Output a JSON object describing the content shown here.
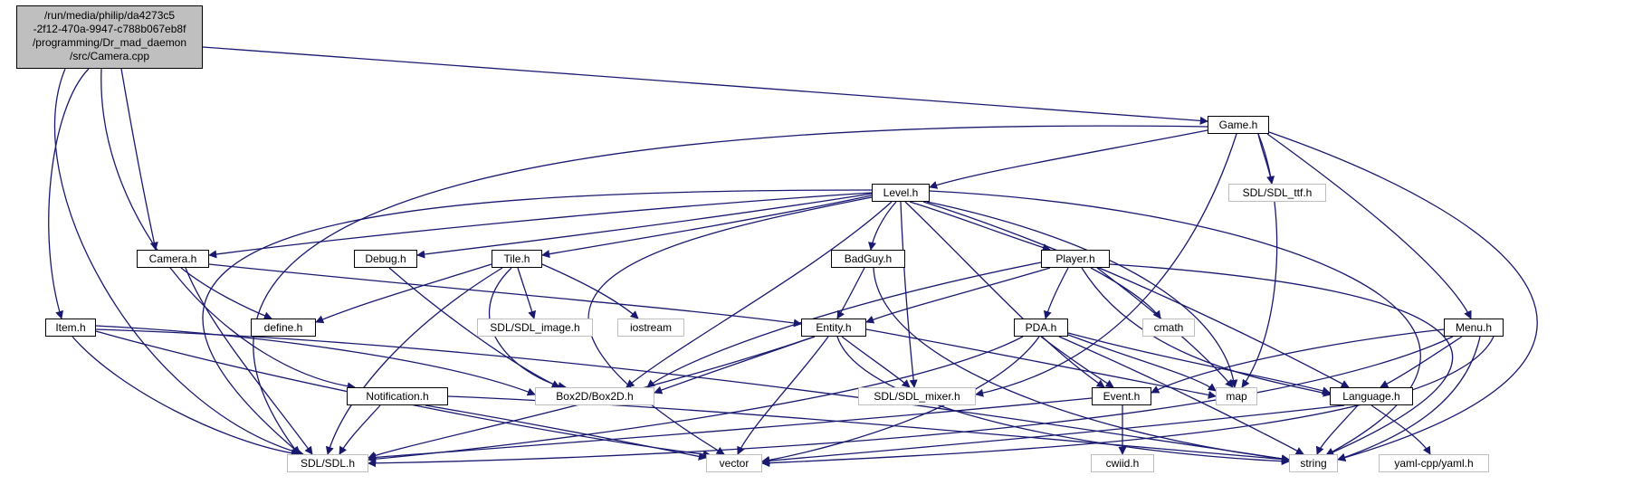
{
  "root_file": {
    "lines": [
      "/run/media/philip/da4273c5",
      "-2f12-470a-9947-c788b067eb8f",
      "/programming/Dr_mad_daemon",
      "/src/Camera.cpp"
    ]
  },
  "nodes": {
    "game": "Game.h",
    "level": "Level.h",
    "sdl_ttf": "SDL/SDL_ttf.h",
    "camera": "Camera.h",
    "debug": "Debug.h",
    "tile": "Tile.h",
    "badguy": "BadGuy.h",
    "player": "Player.h",
    "item": "Item.h",
    "define": "define.h",
    "sdl_image": "SDL/SDL_image.h",
    "iostream": "iostream",
    "entity": "Entity.h",
    "cmath": "cmath",
    "pda": "PDA.h",
    "menu": "Menu.h",
    "notification": "Notification.h",
    "box2d": "Box2D/Box2D.h",
    "sdl_mixer": "SDL/SDL_mixer.h",
    "map": "map",
    "event": "Event.h",
    "language": "Language.h",
    "sdl": "SDL/SDL.h",
    "vector": "vector",
    "cwiid": "cwiid.h",
    "string": "string",
    "yaml": "yaml-cpp/yaml.h"
  },
  "colors": {
    "edge": "#191970",
    "root_fill": "#bfbfbf",
    "local_border": "#000000",
    "system_border": "#bfbfbf"
  }
}
